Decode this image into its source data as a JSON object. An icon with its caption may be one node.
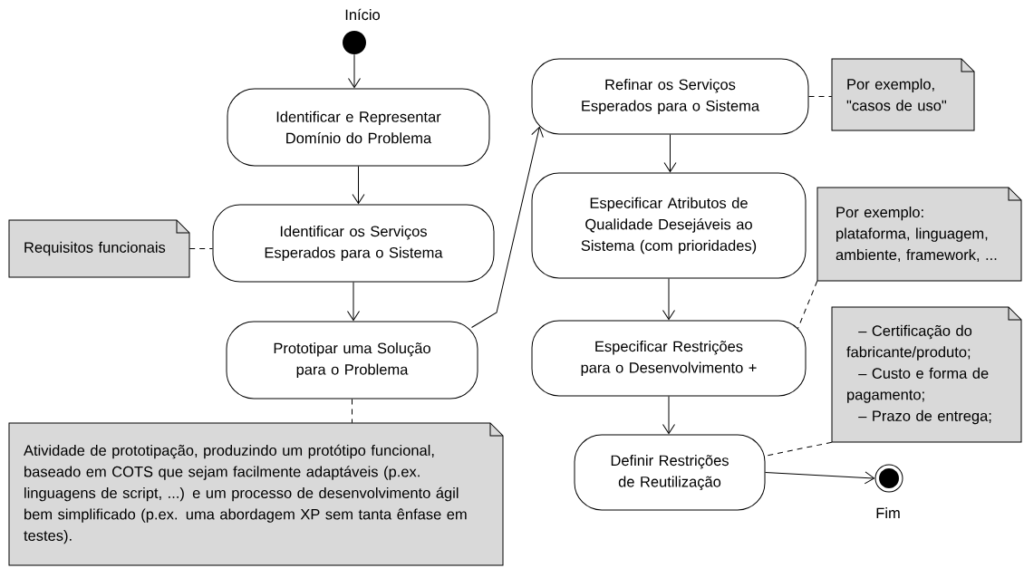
{
  "diagram": {
    "nodes": [
      {
        "text": [],
        "shape": "circle",
        "beside": [
          "Início"
        ]
      },
      {
        "text": [
          "Identificar e Representar Domínio do Problema"
        ]
      },
      {
        "text": [
          "Requisitos funcionais"
        ]
      },
      {
        "text": [
          "Identificar os Serviços Esperados para o Sistema"
        ]
      },
      {
        "text": [
          "Prototipar uma Solução para o Problema"
        ]
      },
      {
        "text": [
          "Atividade de prototipação, produzindo um protótipo funcional, baseado em COTS que sejam facilmente adaptáveis (p.ex. linguagens de script, ...) e um processo de desenvolvimento ágil bem simplificado (p.ex. uma abordagem XP sem tanta ênfase em testes)."
        ]
      },
      {
        "text": [
          "Refinar os Serviços Esperados para o Sistema"
        ]
      },
      {
        "text": [
          "Por exemplo, \"casos de uso\""
        ]
      },
      {
        "text": [
          "Especificar Atributos de Qualidade Desejáveis ao Sistema (com prioridades)"
        ]
      },
      {
        "text": [
          "Por exemplo: plataforma, linguagem, ambiente, framework, ..."
        ]
      },
      {
        "text": [
          "Especificar Restrições para o Desenvolvimento +"
        ]
      },
      {
        "text": [
          "– Certificação do fabricante/produto;",
          "– Custo e forma de pagamento;",
          "– Prazo de entrega;"
        ]
      },
      {
        "text": [
          "Definir Restrições de Reutilização"
        ]
      },
      {
        "text": [],
        "shape": "circle",
        "beside": [
          "Fim"
        ]
      }
    ],
    "edges": [
      {
        "from": 0,
        "to": 1,
        "arrow": "to"
      },
      {
        "from": 1,
        "to": 3,
        "arrow": "to"
      },
      {
        "from": 2,
        "to": 3,
        "arrow": "none",
        "style": "dashed"
      },
      {
        "from": 3,
        "to": 4,
        "arrow": "to"
      },
      {
        "from": 4,
        "to": 5,
        "arrow": "none",
        "style": "dashed"
      },
      {
        "from": 4,
        "to": 6,
        "arrow": "to"
      },
      {
        "from": 6,
        "to": 7,
        "arrow": "none",
        "style": "dashed"
      },
      {
        "from": 6,
        "to": 8,
        "arrow": "to"
      },
      {
        "from": 8,
        "to": 10,
        "arrow": "to"
      },
      {
        "from": 9,
        "to": 10,
        "arrow": "none",
        "style": "dashed"
      },
      {
        "from": 10,
        "to": 12,
        "arrow": "to"
      },
      {
        "from": 11,
        "to": 12,
        "arrow": "none",
        "style": "dashed"
      },
      {
        "from": 12,
        "to": 13,
        "arrow": "to"
      }
    ]
  }
}
